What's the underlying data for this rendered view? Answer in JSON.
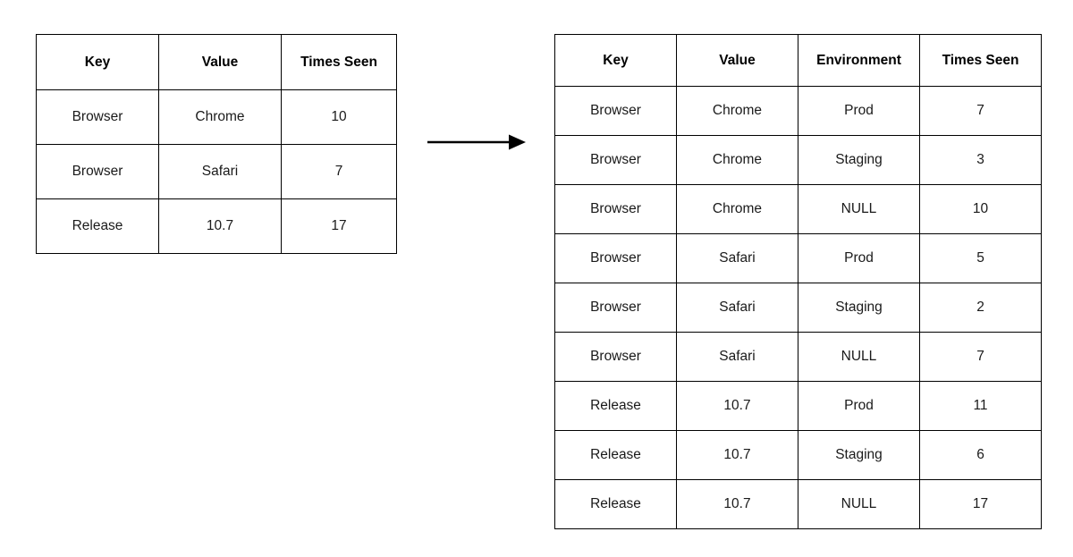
{
  "diagram": {
    "type": "table-transformation",
    "arrow": {
      "name": "transformation-arrow",
      "direction": "right"
    }
  },
  "source_table": {
    "name": "source-table",
    "columns": [
      "Key",
      "Value",
      "Times Seen"
    ],
    "rows": [
      {
        "key": "Browser",
        "value": "Chrome",
        "times_seen": "10"
      },
      {
        "key": "Browser",
        "value": "Safari",
        "times_seen": "7"
      },
      {
        "key": "Release",
        "value": "10.7",
        "times_seen": "17"
      }
    ]
  },
  "result_table": {
    "name": "result-table",
    "columns": [
      "Key",
      "Value",
      "Environment",
      "Times Seen"
    ],
    "null_label": "NULL",
    "null_color": "#ededed",
    "rows": [
      {
        "key": "Browser",
        "value": "Chrome",
        "environment": "Prod",
        "times_seen": "7",
        "is_null": false
      },
      {
        "key": "Browser",
        "value": "Chrome",
        "environment": "Staging",
        "times_seen": "3",
        "is_null": false
      },
      {
        "key": "Browser",
        "value": "Chrome",
        "environment": "NULL",
        "times_seen": "10",
        "is_null": true
      },
      {
        "key": "Browser",
        "value": "Safari",
        "environment": "Prod",
        "times_seen": "5",
        "is_null": false
      },
      {
        "key": "Browser",
        "value": "Safari",
        "environment": "Staging",
        "times_seen": "2",
        "is_null": false
      },
      {
        "key": "Browser",
        "value": "Safari",
        "environment": "NULL",
        "times_seen": "7",
        "is_null": true
      },
      {
        "key": "Release",
        "value": "10.7",
        "environment": "Prod",
        "times_seen": "11",
        "is_null": false
      },
      {
        "key": "Release",
        "value": "10.7",
        "environment": "Staging",
        "times_seen": "6",
        "is_null": false
      },
      {
        "key": "Release",
        "value": "10.7",
        "environment": "NULL",
        "times_seen": "17",
        "is_null": true
      }
    ]
  }
}
